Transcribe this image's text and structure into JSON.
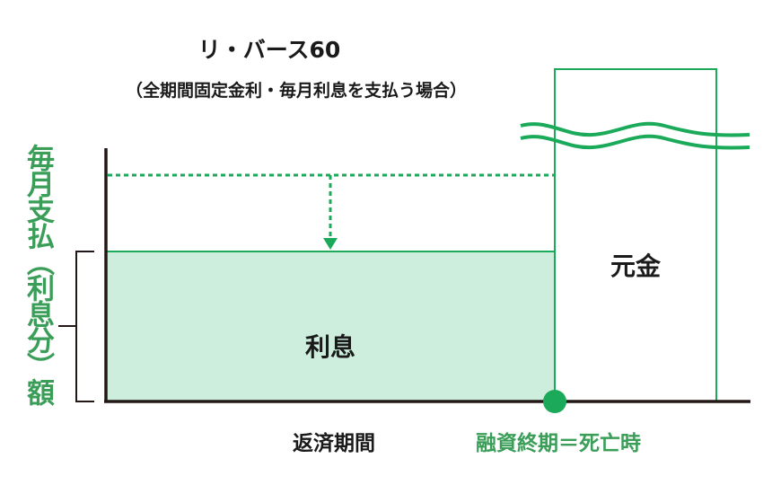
{
  "title": "リ・バース60",
  "subtitle": "（全期間固定金利・毎月利息を支払う場合）",
  "y_label": "毎月支払（利息分）額",
  "boxes": {
    "principal": "元金",
    "interest": "利息"
  },
  "x_labels": {
    "period": "返済期間",
    "maturity": "融資終期＝死亡時"
  },
  "colors": {
    "green": "#1aaa5a",
    "fill": "#cdeedd",
    "label_green": "#3a9e58",
    "axis": "#231815"
  }
}
